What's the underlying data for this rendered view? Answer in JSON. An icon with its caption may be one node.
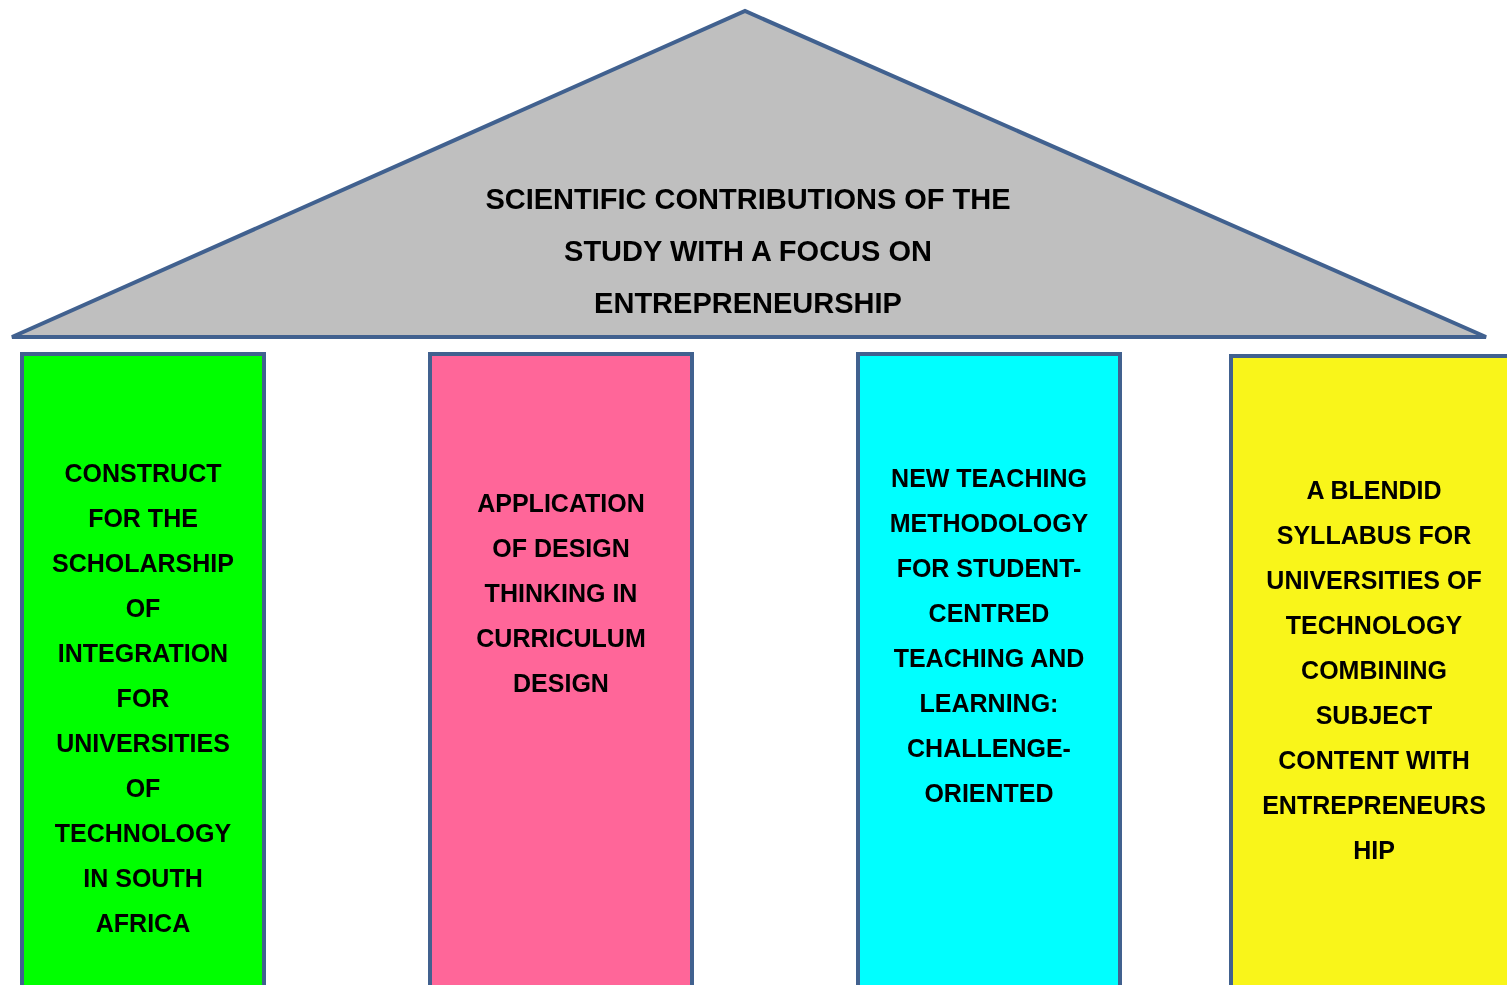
{
  "diagram": {
    "nodes": [
      {
        "text": [
          "SCIENTIFIC CONTRIBUTIONS OF THE STUDY WITH A FOCUS ON ENTREPRENEURSHIP"
        ]
      },
      {
        "text": [
          "CONSTRUCT FOR THE SCHOLARSHIP OF INTEGRATION FOR UNIVERSITIES OF TECHNOLOGY IN SOUTH AFRICA"
        ]
      },
      {
        "text": [
          "APPLICATION OF DESIGN THINKING IN CURRICULUM DESIGN"
        ]
      },
      {
        "text": [
          "NEW TEACHING METHODOLOGY FOR STUDENT-CENTRED TEACHING AND LEARNING: CHALLENGE-ORIENTED"
        ]
      },
      {
        "text": [
          "A BLENDID SYLLABUS FOR UNIVERSITIES OF TECHNOLOGY COMBINING SUBJECT CONTENT WITH ENTREPRENEURSHIP"
        ]
      }
    ]
  }
}
